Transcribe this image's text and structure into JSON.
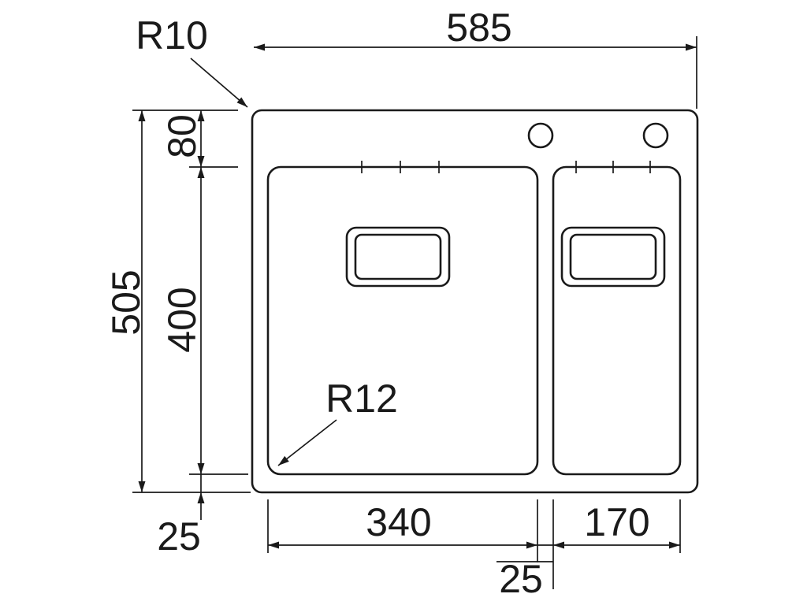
{
  "drawing": {
    "subject": "Double-bowl inset kitchen sink - dimensioned top view technical drawing",
    "line_color": "#1a1a1a",
    "background_color": "#ffffff"
  },
  "labels": {
    "overall_width": "585",
    "overall_height": "505",
    "top_rim": "80",
    "bowl_depth": "400",
    "bottom_rim": "25",
    "main_bowl_width": "340",
    "second_bowl_width": "170",
    "bowl_gap": "25",
    "outer_corner_radius": "R10",
    "bowl_corner_radius": "R12"
  }
}
